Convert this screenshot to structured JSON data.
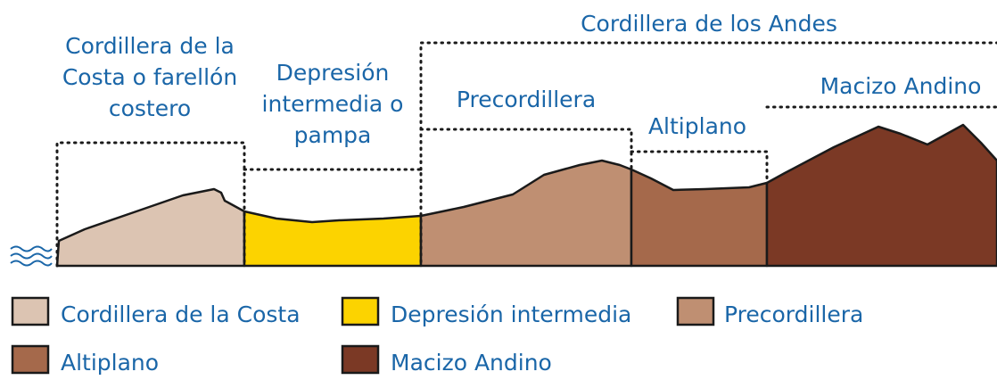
{
  "colors": {
    "costa": "#dcc4b2",
    "depresion": "#fcd300",
    "precordillera": "#bf8f72",
    "altiplano": "#a5694b",
    "macizo": "#7b3925",
    "text": "#1a66a8",
    "sea": "#1a66a8"
  },
  "sea_icon": "waves-icon",
  "labels": {
    "andes": "Cordillera de los Andes",
    "costa": [
      "Cordillera de la",
      "Costa o farellón",
      "costero"
    ],
    "depresion": [
      "Depresión",
      "intermedia o",
      "pampa"
    ],
    "precordillera": "Precordillera",
    "altiplano": "Altiplano",
    "macizo": "Macizo Andino"
  },
  "legend": [
    {
      "label": "Cordillera de la Costa",
      "color": "#dcc4b2"
    },
    {
      "label": "Depresión intermedia",
      "color": "#fcd300"
    },
    {
      "label": "Precordillera",
      "color": "#bf8f72"
    },
    {
      "label": "Altiplano",
      "color": "#a5694b"
    },
    {
      "label": "Macizo Andino",
      "color": "#7b3925"
    }
  ]
}
